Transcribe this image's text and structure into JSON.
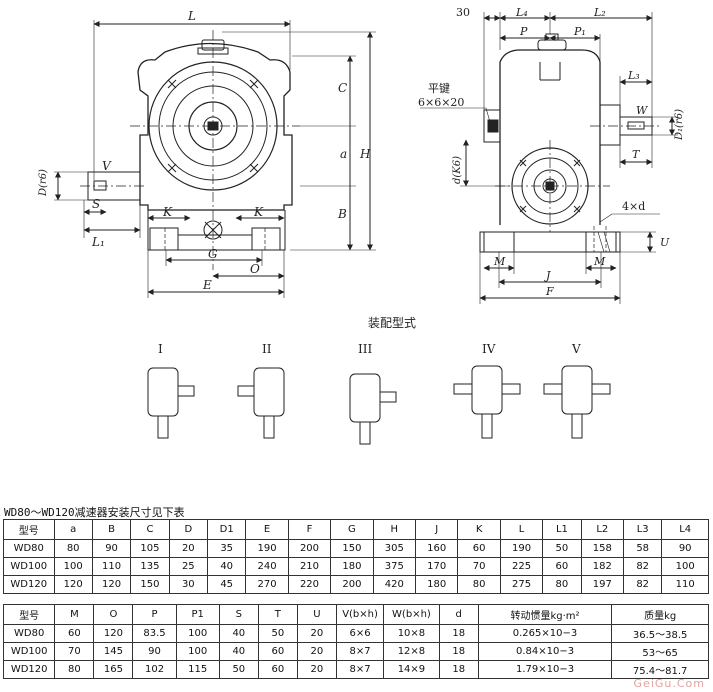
{
  "drawing": {
    "left_view": {
      "dims": {
        "L": "L",
        "C": "C",
        "a": "a",
        "H": "H",
        "B": "B",
        "D_r6": "D(r6)",
        "V": "V",
        "S": "S",
        "L1": "L₁",
        "K_left": "K",
        "K_right": "K",
        "G": "G",
        "O": "O",
        "E": "E"
      }
    },
    "right_view": {
      "dims": {
        "d30": "30",
        "L4": "L₄",
        "L2": "L₂",
        "P": "P",
        "P1": "P₁",
        "L3": "L₃",
        "key_label": "平键",
        "key_size": "6×6×20",
        "W": "W",
        "D1_r6": "D₁(r6)",
        "T": "T",
        "dK6": "d(K6)",
        "four_d": "4×d",
        "U": "U",
        "M_left": "M",
        "M_right": "M",
        "J": "J",
        "F": "F"
      }
    },
    "assembly_title": "装配型式",
    "assembly_labels": [
      "I",
      "II",
      "III",
      "IV",
      "V"
    ]
  },
  "table_title": "WD80～WD120减速器安装尺寸见下表",
  "table1": {
    "headers": [
      "型号",
      "a",
      "B",
      "C",
      "D",
      "D1",
      "E",
      "F",
      "G",
      "H",
      "J",
      "K",
      "L",
      "L1",
      "L2",
      "L3",
      "L4"
    ],
    "rows": [
      [
        "WD80",
        "80",
        "90",
        "105",
        "20",
        "35",
        "190",
        "200",
        "150",
        "305",
        "160",
        "60",
        "190",
        "50",
        "158",
        "58",
        "90"
      ],
      [
        "WD100",
        "100",
        "110",
        "135",
        "25",
        "40",
        "240",
        "210",
        "180",
        "375",
        "170",
        "70",
        "225",
        "60",
        "182",
        "82",
        "100"
      ],
      [
        "WD120",
        "120",
        "120",
        "150",
        "30",
        "45",
        "270",
        "220",
        "200",
        "420",
        "180",
        "80",
        "275",
        "80",
        "197",
        "82",
        "110"
      ]
    ]
  },
  "table2": {
    "headers": [
      "型号",
      "M",
      "O",
      "P",
      "P1",
      "S",
      "T",
      "U",
      "V(b×h)",
      "W(b×h)",
      "d",
      "转动惯量kg·m²",
      "质量kg"
    ],
    "rows": [
      [
        "WD80",
        "60",
        "120",
        "83.5",
        "100",
        "40",
        "50",
        "20",
        "6×6",
        "10×8",
        "18",
        "0.265×10−3",
        "36.5～38.5"
      ],
      [
        "WD100",
        "70",
        "145",
        "90",
        "100",
        "40",
        "60",
        "20",
        "8×7",
        "12×8",
        "18",
        "0.84×10−3",
        "53～65"
      ],
      [
        "WD120",
        "80",
        "165",
        "102",
        "115",
        "50",
        "60",
        "20",
        "8×7",
        "14×9",
        "18",
        "1.79×10−3",
        "75.4～81.7"
      ]
    ]
  },
  "watermark": "GeiGu.Com"
}
